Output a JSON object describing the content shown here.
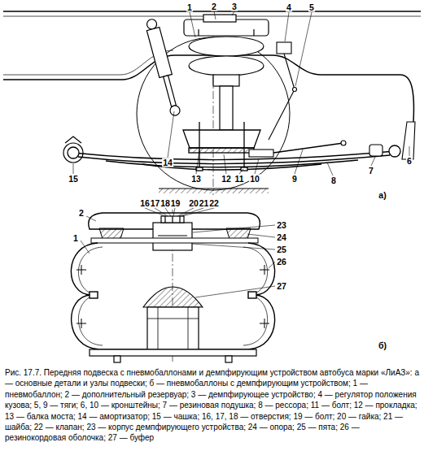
{
  "diagram": {
    "caption": "Рис. 17.7. Передняя подвеска с пневмобаллонами и демпфирующим устройством автобуса марки «ЛиАЗ»: а — основные детали и узлы подвески; б — пневмобаллоны с демпфирующим устройством; 1 — пневмобаллон; 2 — дополнительный резервуар; 3 — демпфирующее устройство; 4 — регулятор положения кузова; 5, 9 — тяги; 6, 10 — кронштейны; 7 — резиновая подушка; 8 — рессора; 11 — болт; 12 — прокладка; 13 — балка моста; 14 — амортизатор; 15 — чашка; 16, 17, 18 — отверстия; 19 — болт; 20 — гайка; 21 — шайба; 22 — клапан; 23 — корпус демпфирующего устройства; 24 — опора; 25 — пята; 26 — резинокордовая оболочка; 27 — буфер",
    "labels": [
      "1",
      "2",
      "3",
      "4",
      "5",
      "6",
      "7",
      "8",
      "9",
      "10",
      "11",
      "12",
      "13",
      "14",
      "15",
      "а)",
      "16",
      "17",
      "18",
      "19",
      "20",
      "21",
      "22",
      "2",
      "23",
      "24",
      "1",
      "25",
      "26",
      "27",
      "б)"
    ]
  }
}
